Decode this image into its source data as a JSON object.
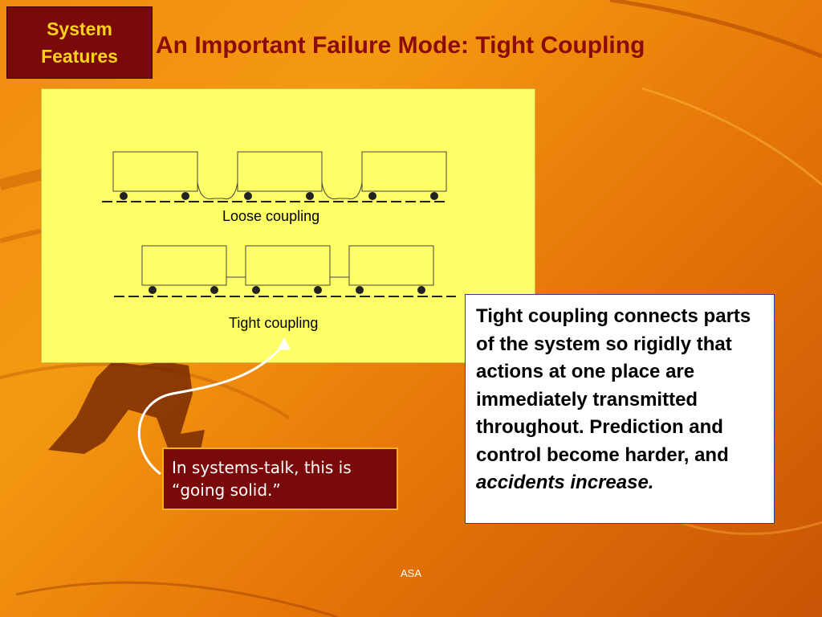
{
  "colors": {
    "background": "#f08a10",
    "badge_bg": "#7a0a0a",
    "badge_text": "#ffd21a",
    "title": "#8b0a0a",
    "panel": "#ffff66",
    "callout_border": "#f4b21e"
  },
  "badge": {
    "line1": "System",
    "line2": "Features"
  },
  "title": "An Important Failure Mode: Tight Coupling",
  "diagram": {
    "loose_caption": "Loose coupling",
    "tight_caption": "Tight coupling",
    "loose_cars": 3,
    "tight_cars": 3
  },
  "description": {
    "text_bold": "Tight coupling connects parts of the system so rigidly that actions at one place are immediately transmitted throughout. Prediction and control become harder, and",
    "text_italic": "accidents increase."
  },
  "callout": {
    "text": "In systems-talk, this is “going solid.”"
  },
  "footer": "ASA"
}
